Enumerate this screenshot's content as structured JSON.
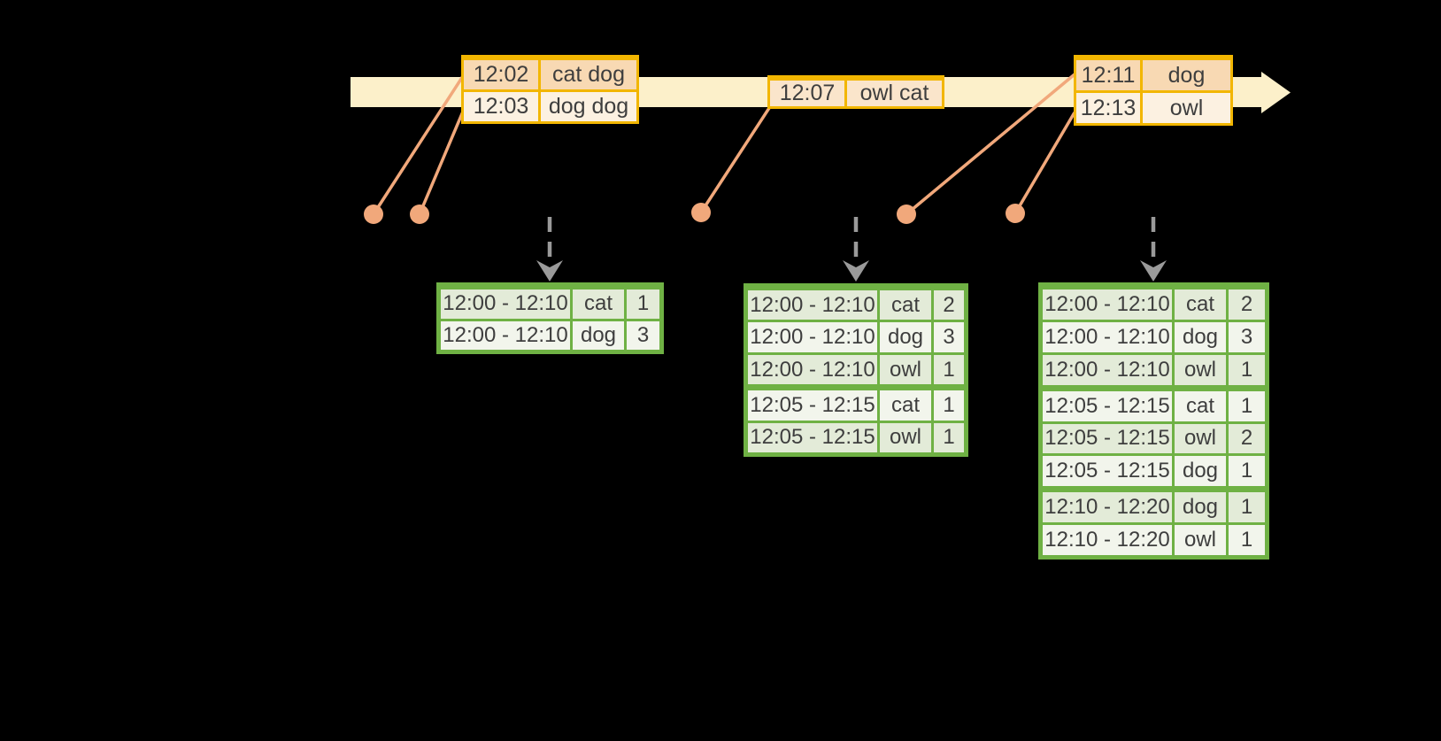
{
  "colors": {
    "background": "#000000",
    "timeline_band": "#fcf0ca",
    "event_box_border": "#f2b600",
    "event_row_peach": "#f8d9b3",
    "event_row_cream": "#fcf1e1",
    "event_row_mid": "#fae5cb",
    "marker_salmon": "#f1a87b",
    "trigger_arrow_gray": "#9a9a9a",
    "table_border_green": "#6fb144",
    "table_row_dark": "#e3ebd8",
    "table_row_light": "#f2f5ec",
    "text": "#3e3e3e"
  },
  "graphics": {
    "timeline_arrow": "right-pointing-band-arrow",
    "event_marker": "filled-circle",
    "event_connector": "diagonal-line",
    "trigger_arrow": "dashed-down-arrow"
  },
  "timeline": {
    "event_groups": [
      {
        "rows": [
          {
            "time": "12:02",
            "words": "cat dog"
          },
          {
            "time": "12:03",
            "words": "dog dog"
          }
        ]
      },
      {
        "rows": [
          {
            "time": "12:07",
            "words": "owl cat"
          }
        ]
      },
      {
        "rows": [
          {
            "time": "12:11",
            "words": "dog"
          },
          {
            "time": "12:13",
            "words": "owl"
          }
        ]
      }
    ]
  },
  "result_tables": [
    {
      "rows": [
        {
          "window": "12:00 - 12:10",
          "word": "cat",
          "count": 1
        },
        {
          "window": "12:00 - 12:10",
          "word": "dog",
          "count": 3
        }
      ]
    },
    {
      "rows": [
        {
          "window": "12:00 - 12:10",
          "word": "cat",
          "count": 2
        },
        {
          "window": "12:00 - 12:10",
          "word": "dog",
          "count": 3
        },
        {
          "window": "12:00 - 12:10",
          "word": "owl",
          "count": 1
        },
        {
          "window": "12:05 - 12:15",
          "word": "cat",
          "count": 1
        },
        {
          "window": "12:05 - 12:15",
          "word": "owl",
          "count": 1
        }
      ]
    },
    {
      "rows": [
        {
          "window": "12:00 - 12:10",
          "word": "cat",
          "count": 2
        },
        {
          "window": "12:00 - 12:10",
          "word": "dog",
          "count": 3
        },
        {
          "window": "12:00 - 12:10",
          "word": "owl",
          "count": 1
        },
        {
          "window": "12:05 - 12:15",
          "word": "cat",
          "count": 1
        },
        {
          "window": "12:05 - 12:15",
          "word": "owl",
          "count": 2
        },
        {
          "window": "12:05 - 12:15",
          "word": "dog",
          "count": 1
        },
        {
          "window": "12:10 - 12:20",
          "word": "dog",
          "count": 1
        },
        {
          "window": "12:10 - 12:20",
          "word": "owl",
          "count": 1
        }
      ]
    }
  ]
}
